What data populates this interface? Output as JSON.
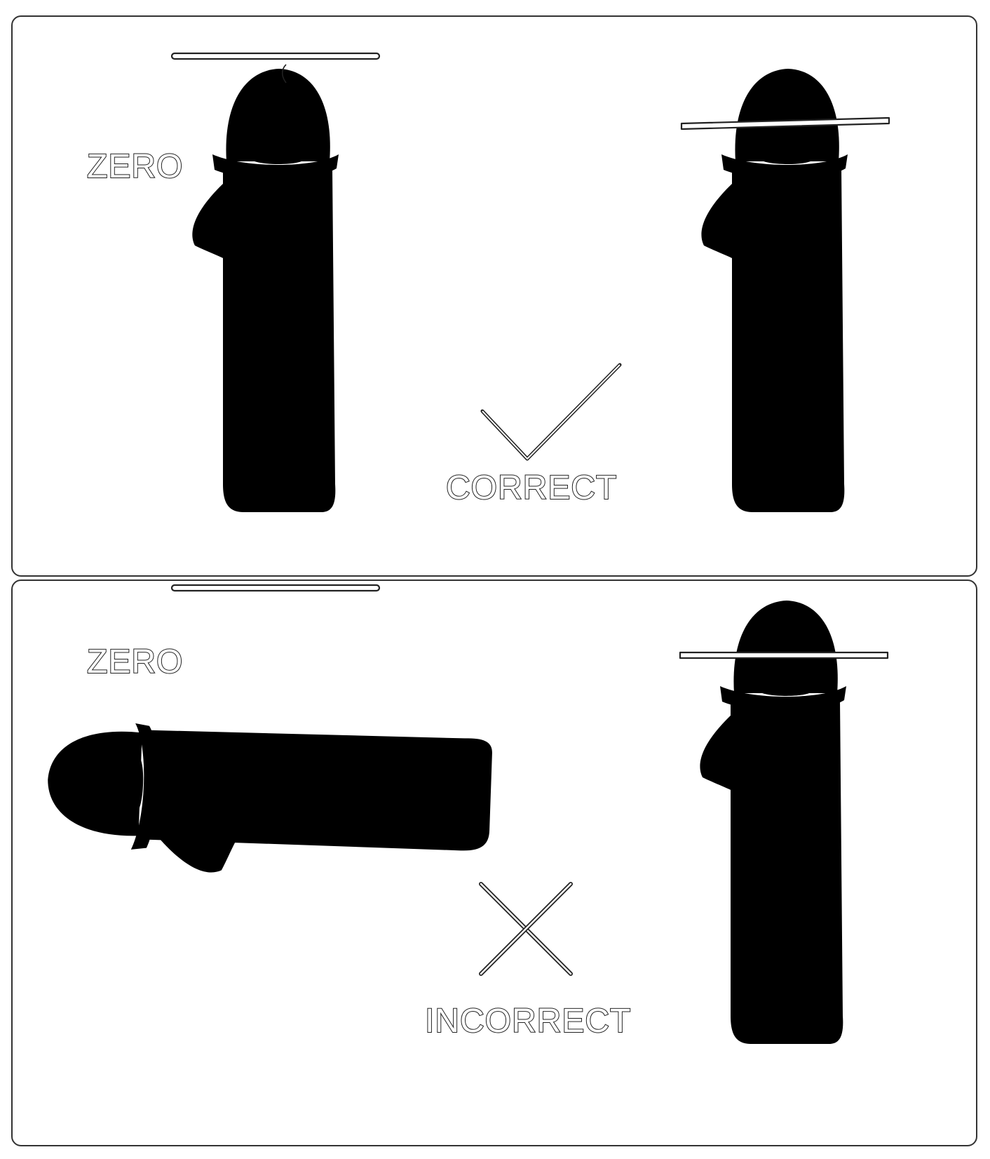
{
  "panels": [
    {
      "zero_label": "ZERO",
      "verdict_label": "CORRECT",
      "verdict_icon": "check-icon"
    },
    {
      "zero_label": "ZERO",
      "verdict_label": "INCORRECT",
      "verdict_icon": "cross-icon"
    }
  ],
  "colors": {
    "line": "#222222",
    "background": "#ffffff"
  }
}
